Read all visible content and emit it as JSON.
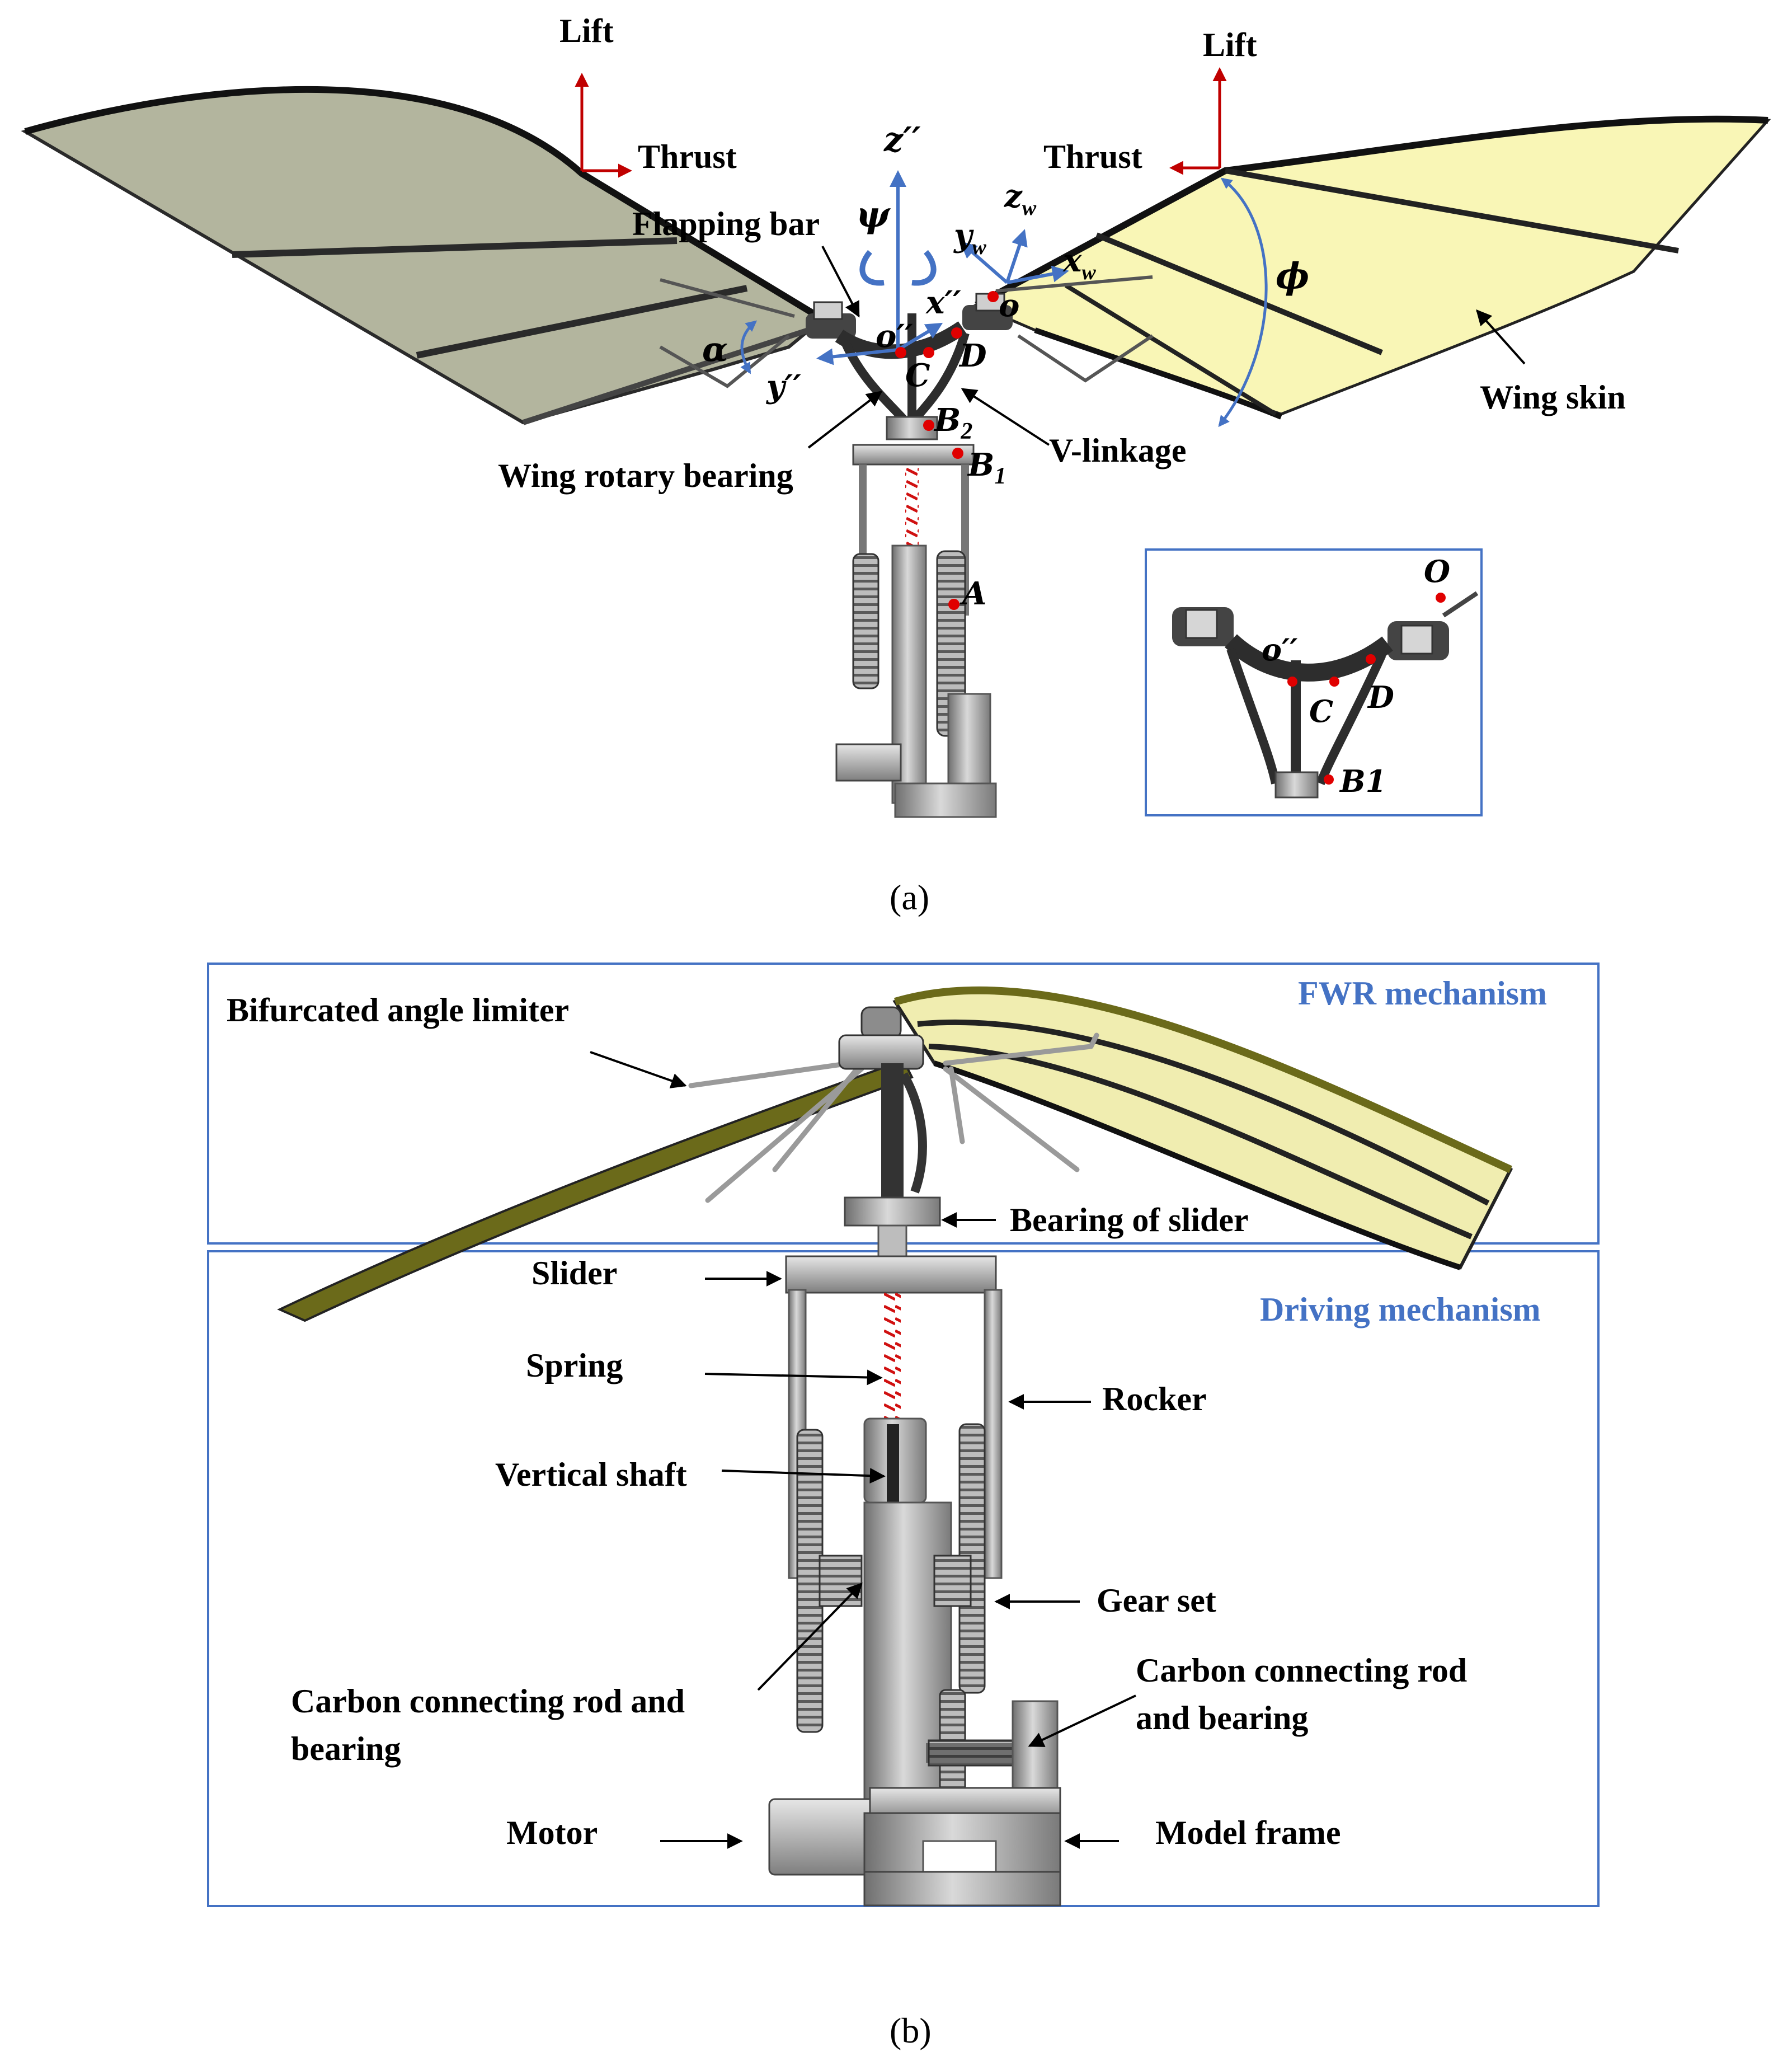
{
  "panel_a": {
    "caption": "(a)",
    "labels": {
      "lift_left": "Lift",
      "thrust_left": "Thrust",
      "lift_right": "Lift",
      "thrust_right": "Thrust",
      "flapping_bar": "Flapping bar",
      "wing_rotary_bearing": "Wing rotary bearing",
      "v_linkage": "V-linkage",
      "wing_skin": "Wing skin"
    },
    "symbols": {
      "z_pp": "z′′",
      "x_pp": "x′′",
      "y_pp": "y′′",
      "o_pp": "o′′",
      "psi": "ψ",
      "alpha": "α",
      "phi": "ϕ",
      "z_w": "z",
      "y_w": "y",
      "x_w": "x",
      "w_sub": "w",
      "o": "o",
      "C": "C",
      "D": "D",
      "B2": "B",
      "B1": "B",
      "sub_2": "2",
      "sub_1": "1",
      "A": "A"
    },
    "inset": {
      "O": "O",
      "o_pp": "o′′",
      "C": "C",
      "D": "D",
      "B1": "B1"
    }
  },
  "panel_b": {
    "caption": "(b)",
    "box_titles": {
      "fwr": "FWR mechanism",
      "driving": "Driving mechanism"
    },
    "labels": {
      "bifurcated": "Bifurcated angle limiter",
      "bearing_slider": "Bearing of slider",
      "slider": "Slider",
      "spring": "Spring",
      "rocker": "Rocker",
      "vertical_shaft": "Vertical shaft",
      "gear_set": "Gear set",
      "carbon_left_1": "Carbon connecting rod and",
      "carbon_left_2": "bearing",
      "carbon_right_1": "Carbon connecting rod",
      "carbon_right_2": "and bearing",
      "motor": "Motor",
      "model_frame": "Model frame"
    }
  },
  "colors": {
    "left_wing": "#b3b59e",
    "right_wing": "#f9f6b6",
    "wing_b": "#f0edb0",
    "wing_b_dark": "#6b6a1a",
    "force_arrow": "#c00000",
    "axis_arrow": "#4472c4",
    "point": "#e00000",
    "box_border": "#4472c4",
    "metal": "#a6a6a6"
  }
}
